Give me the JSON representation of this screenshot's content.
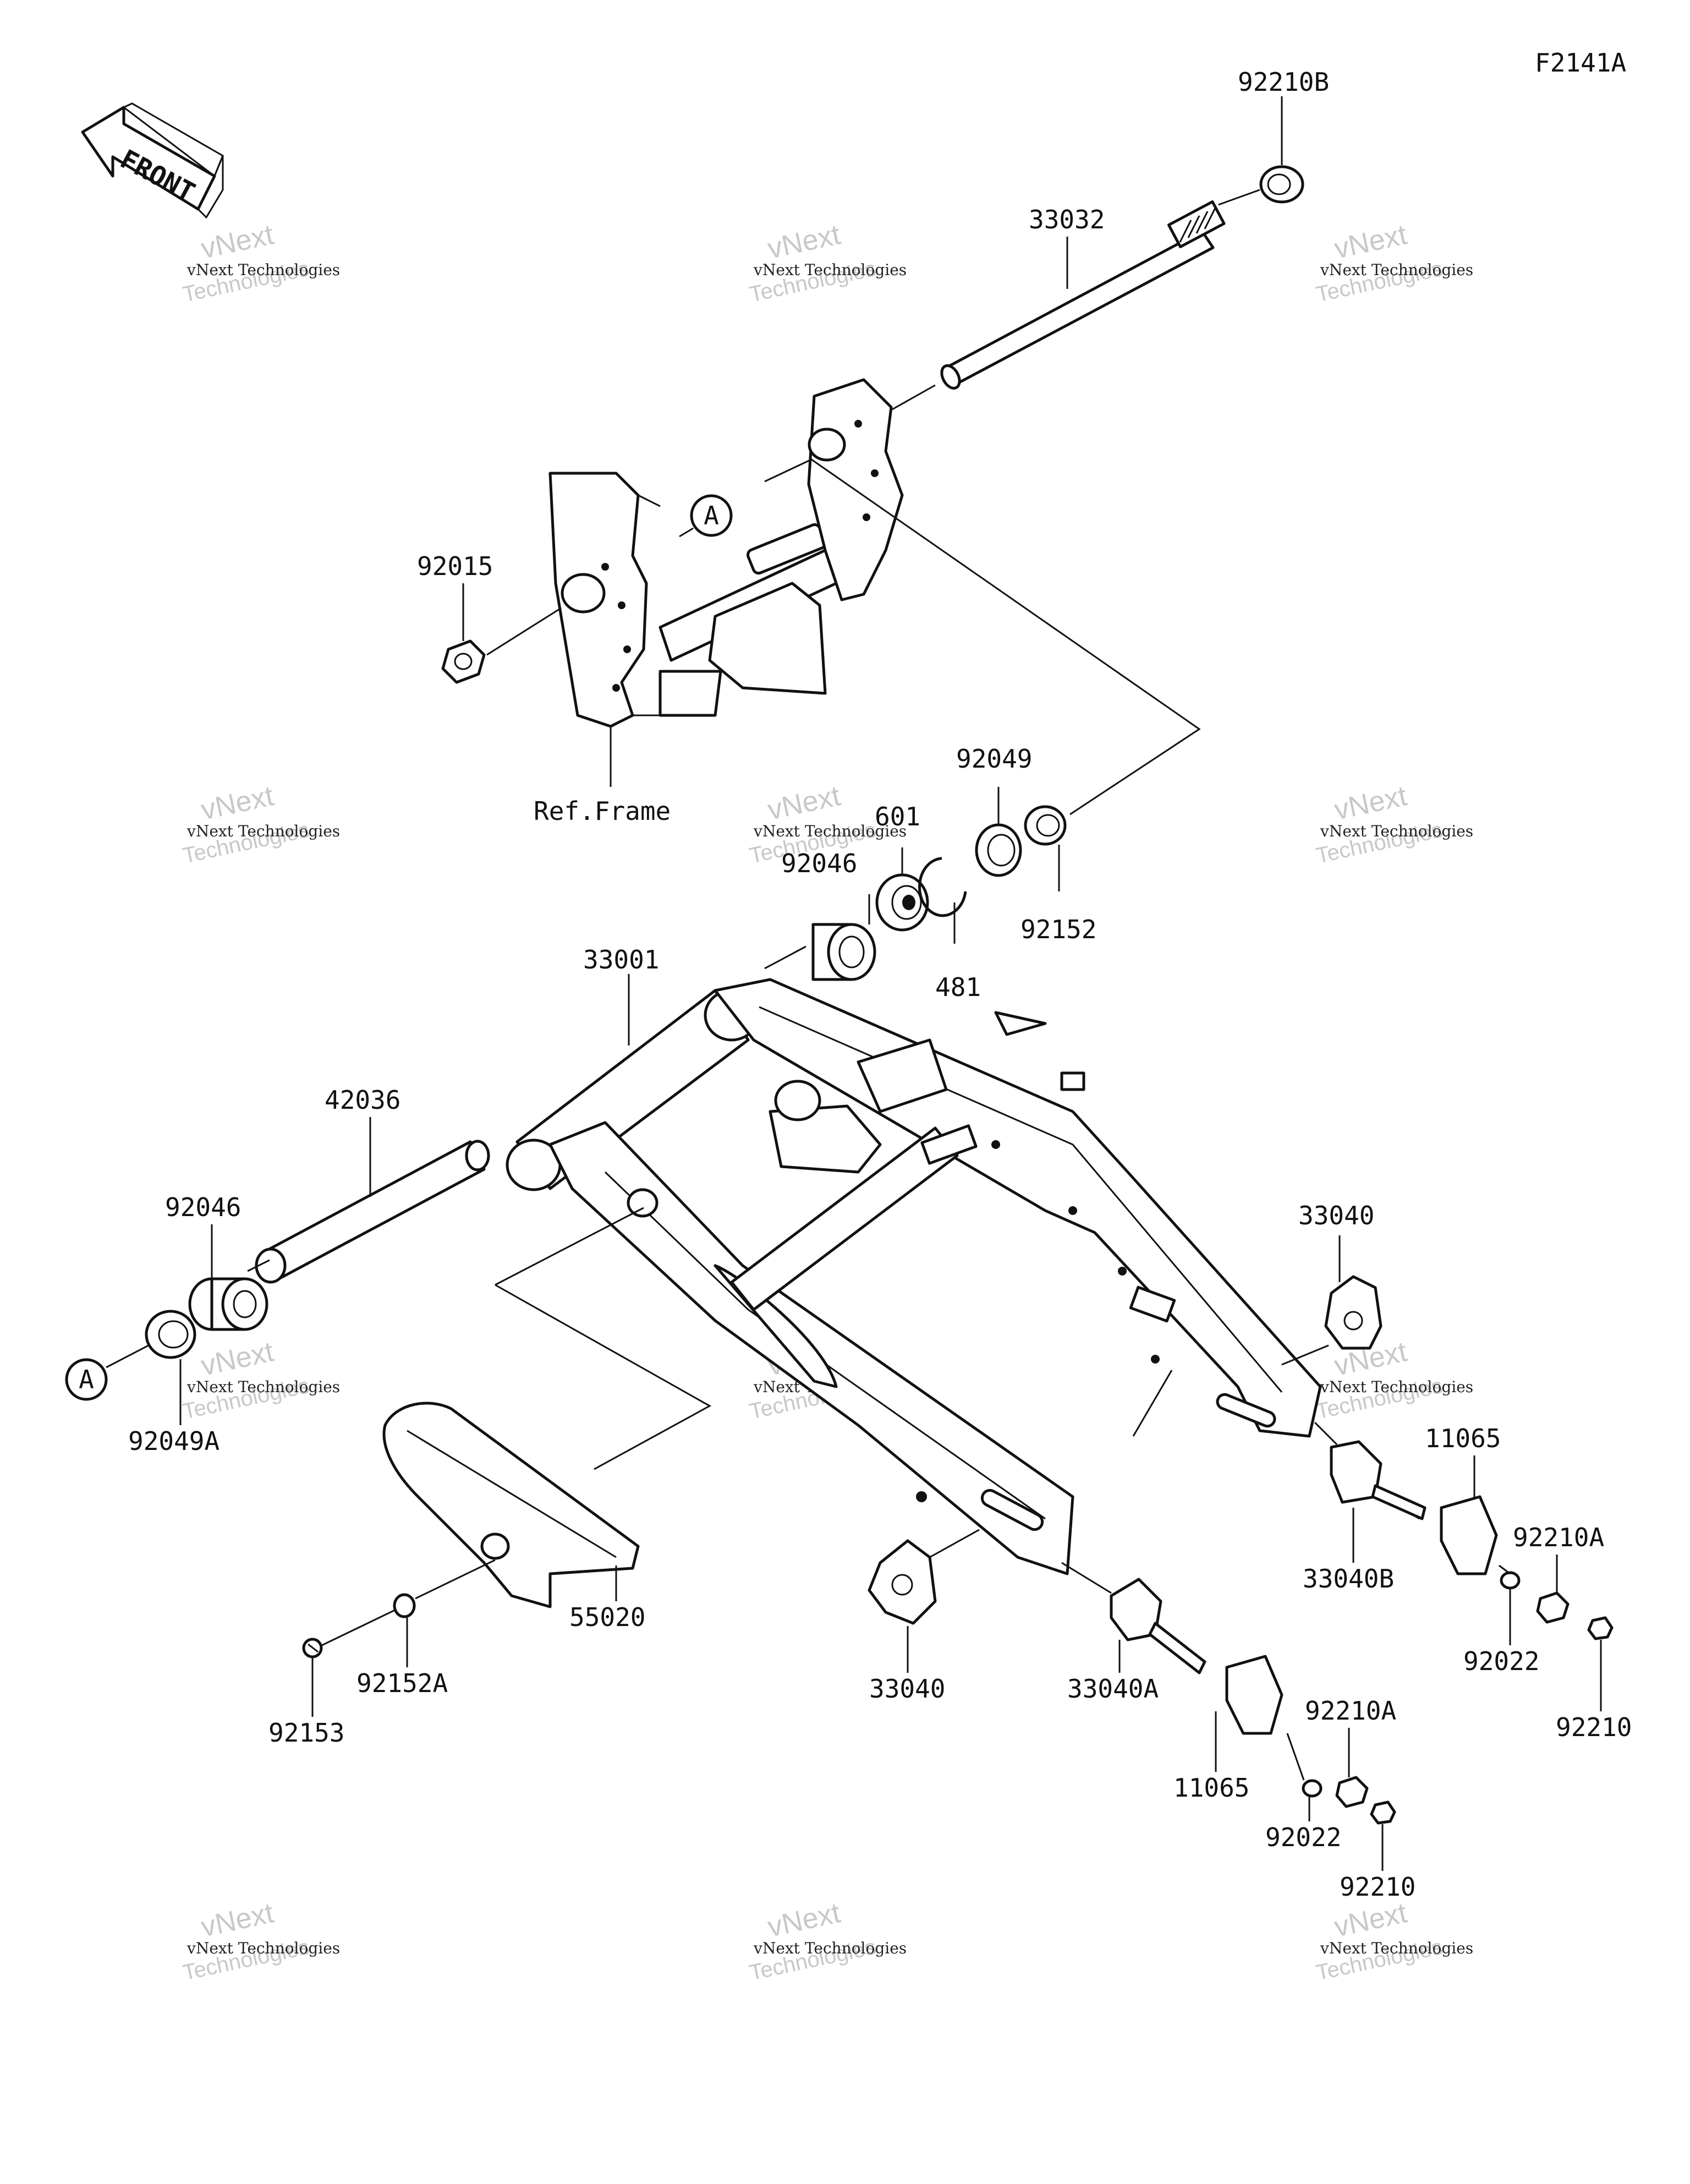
{
  "diagram": {
    "code": "F2141A",
    "front_label": "FRONT",
    "ref_frame_label": "Ref.Frame",
    "callout_A": "A",
    "watermark": {
      "line1": "vNext Technologies",
      "line2a": "vNext",
      "line2b": "Technologies"
    },
    "parts": [
      {
        "id": "92210B",
        "text": "92210B"
      },
      {
        "id": "33032",
        "text": "33032"
      },
      {
        "id": "92015",
        "text": "92015"
      },
      {
        "id": "92049-top",
        "text": "92049"
      },
      {
        "id": "601",
        "text": "601"
      },
      {
        "id": "92046-top",
        "text": "92046"
      },
      {
        "id": "92152",
        "text": "92152"
      },
      {
        "id": "481",
        "text": "481"
      },
      {
        "id": "33001",
        "text": "33001"
      },
      {
        "id": "42036",
        "text": "42036"
      },
      {
        "id": "92046-left",
        "text": "92046"
      },
      {
        "id": "92049A",
        "text": "92049A"
      },
      {
        "id": "33040-right",
        "text": "33040"
      },
      {
        "id": "11065-right",
        "text": "11065"
      },
      {
        "id": "92210A-right",
        "text": "92210A"
      },
      {
        "id": "33040B",
        "text": "33040B"
      },
      {
        "id": "92022-right",
        "text": "92022"
      },
      {
        "id": "92210-right",
        "text": "92210"
      },
      {
        "id": "55020",
        "text": "55020"
      },
      {
        "id": "92152A",
        "text": "92152A"
      },
      {
        "id": "92153",
        "text": "92153"
      },
      {
        "id": "33040-bottom",
        "text": "33040"
      },
      {
        "id": "33040A",
        "text": "33040A"
      },
      {
        "id": "92210A-bottom",
        "text": "92210A"
      },
      {
        "id": "11065-bottom",
        "text": "11065"
      },
      {
        "id": "92022-bottom",
        "text": "92022"
      },
      {
        "id": "92210-bottom",
        "text": "92210"
      }
    ]
  }
}
